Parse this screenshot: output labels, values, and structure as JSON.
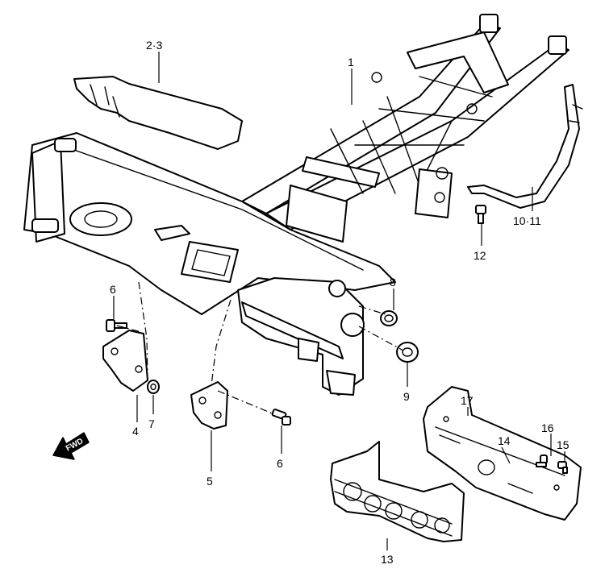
{
  "callouts": {
    "c1": "1",
    "c23": "2·3",
    "c4": "4",
    "c5": "5",
    "c6a": "6",
    "c6b": "6",
    "c7": "7",
    "c8": "8",
    "c9": "9",
    "c1011": "10·11",
    "c12": "12",
    "c13": "13",
    "c14": "14",
    "c15": "15",
    "c16": "16",
    "c17": "17"
  },
  "fwd_label": "FWD",
  "icons": {
    "fwd": "forward-arrow-icon"
  },
  "colors": {
    "line": "#000000",
    "background": "#ffffff"
  }
}
